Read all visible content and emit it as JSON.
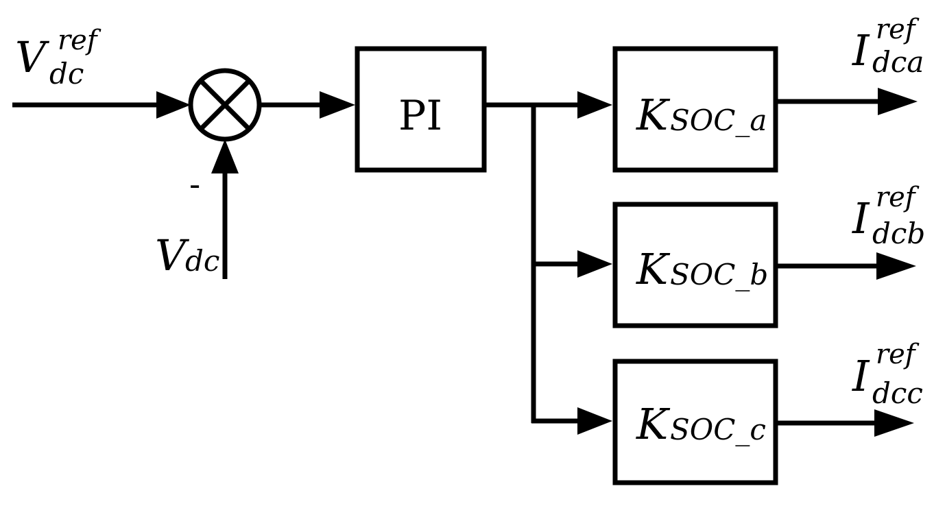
{
  "input_reference": {
    "main": "V",
    "superscript": "ref",
    "subscript": "dc"
  },
  "input_feedback": {
    "main": "V",
    "subscript": "dc"
  },
  "feedback_sign": "-",
  "controller_label": "PI",
  "gain_blocks": [
    {
      "main": "K",
      "subscript": "SOC_a"
    },
    {
      "main": "K",
      "subscript": "SOC_b"
    },
    {
      "main": "K",
      "subscript": "SOC_c"
    }
  ],
  "outputs": [
    {
      "main": "I",
      "superscript": "ref",
      "subscript": "dca"
    },
    {
      "main": "I",
      "superscript": "ref",
      "subscript": "dcb"
    },
    {
      "main": "I",
      "superscript": "ref",
      "subscript": "dcc"
    }
  ]
}
